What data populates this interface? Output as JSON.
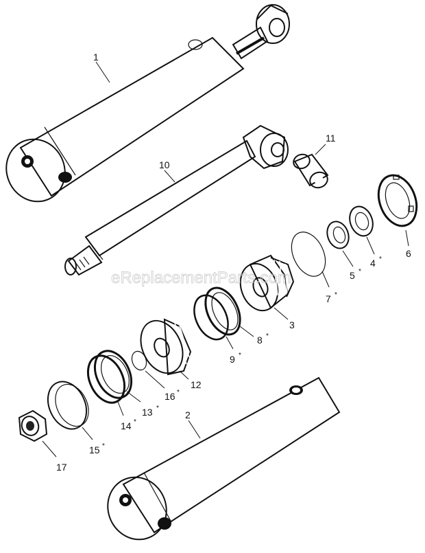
{
  "watermark": "eReplacementParts.com",
  "callouts": [
    {
      "id": "1",
      "label": "1",
      "starred": false
    },
    {
      "id": "2",
      "label": "2",
      "starred": false
    },
    {
      "id": "3",
      "label": "3",
      "starred": false
    },
    {
      "id": "4",
      "label": "4",
      "starred": true
    },
    {
      "id": "5",
      "label": "5",
      "starred": true
    },
    {
      "id": "6",
      "label": "6",
      "starred": false
    },
    {
      "id": "7",
      "label": "7",
      "starred": true
    },
    {
      "id": "8",
      "label": "8",
      "starred": true
    },
    {
      "id": "9",
      "label": "9",
      "starred": true
    },
    {
      "id": "10",
      "label": "10",
      "starred": false
    },
    {
      "id": "11",
      "label": "11",
      "starred": false
    },
    {
      "id": "12",
      "label": "12",
      "starred": false
    },
    {
      "id": "13",
      "label": "13",
      "starred": true
    },
    {
      "id": "14",
      "label": "14",
      "starred": true
    },
    {
      "id": "15",
      "label": "15",
      "starred": true
    },
    {
      "id": "16",
      "label": "16",
      "starred": true
    },
    {
      "id": "17",
      "label": "17",
      "starred": false
    }
  ],
  "star_symbol": "*"
}
